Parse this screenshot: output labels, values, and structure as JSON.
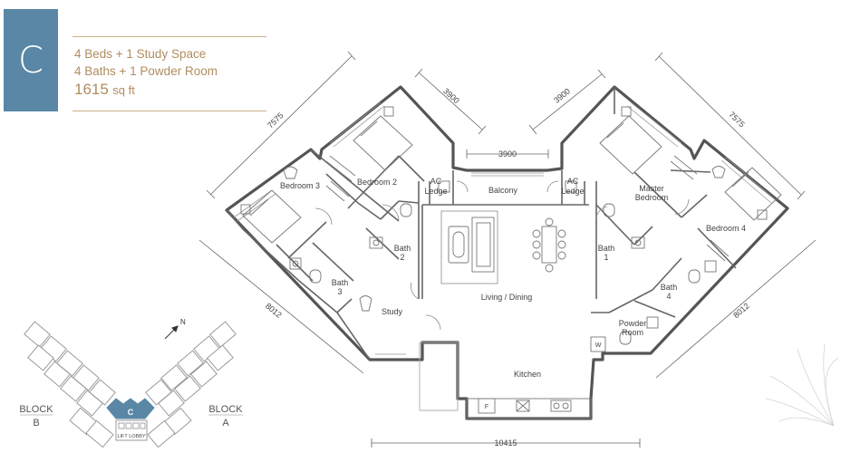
{
  "unit": {
    "code": "C",
    "beds": "4 Beds + 1 Study Space",
    "baths": "4 Baths + 1 Powder Room",
    "area_value": "1615",
    "area_unit": "sq ft",
    "badge_color": "#5a87a6",
    "text_color": "#b08d5f"
  },
  "rooms": {
    "bedroom3": "Bedroom 3",
    "bedroom2": "Bedroom 2",
    "ac_ledge_left": [
      "AC",
      "Ledge"
    ],
    "balcony": "Balcony",
    "ac_ledge_right": [
      "AC",
      "Ledge"
    ],
    "master_bedroom": [
      "Master",
      "Bedroom"
    ],
    "bedroom4": "Bedroom 4",
    "bath2": [
      "Bath",
      "2"
    ],
    "bath1": [
      "Bath",
      "1"
    ],
    "bath3": [
      "Bath",
      "3"
    ],
    "bath4": [
      "Bath",
      "4"
    ],
    "study": "Study",
    "living_dining": "Living / Dining",
    "powder_room": [
      "Powder",
      "Room"
    ],
    "kitchen": "Kitchen",
    "fridge_mark": "F",
    "washer_mark": "W"
  },
  "dimensions": {
    "left_diag": "7575",
    "left_top": "3900",
    "balcony": "3900",
    "right_top": "3900",
    "right_diag": "7575",
    "left_side": "8012",
    "right_side": "8012",
    "bottom": "10415"
  },
  "keyplan": {
    "north": "N",
    "block_b": [
      "BLOCK",
      "B"
    ],
    "block_a": [
      "BLOCK",
      "A"
    ],
    "unit_mark": "C",
    "lift_lobby": "LIFT LOBBY",
    "highlight_color": "#5a87a6"
  }
}
